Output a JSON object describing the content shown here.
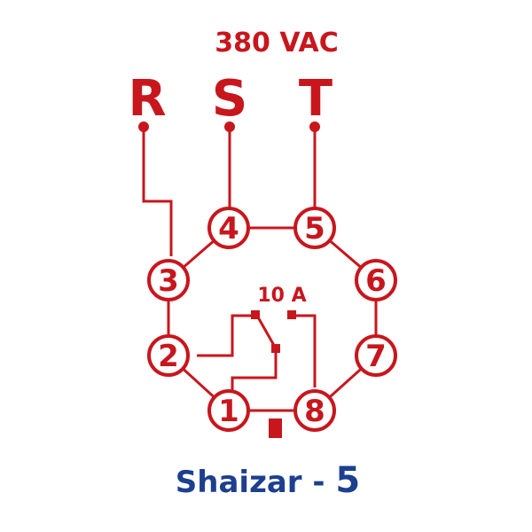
{
  "colors": {
    "diagram": "#c8161d",
    "brand": "#1c3f8f",
    "background": "#ffffff"
  },
  "supply": {
    "voltage": "380 VAC",
    "phases": [
      "R",
      "S",
      "T"
    ]
  },
  "socket": {
    "pins": [
      "1",
      "2",
      "3",
      "4",
      "5",
      "6",
      "7",
      "8"
    ]
  },
  "contact": {
    "rating": "10 A"
  },
  "product": {
    "name": "Shaizar -",
    "model": "5"
  }
}
